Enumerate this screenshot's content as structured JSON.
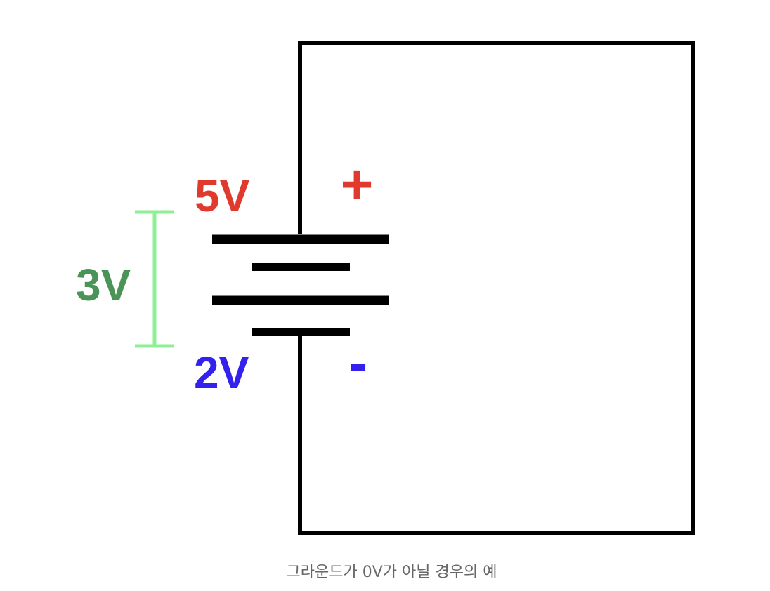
{
  "labels": {
    "high_voltage": "5V",
    "low_voltage": "2V",
    "difference": "3V",
    "plus_sign": "+",
    "minus_sign": "-"
  },
  "caption": "그라운드가 0V가 아닐 경우의 예",
  "colors": {
    "high_voltage": "#e03a2e",
    "low_voltage": "#3322ee",
    "difference": "#4a9457",
    "bracket": "#8ef095",
    "wire": "#000000",
    "caption": "#666666"
  }
}
